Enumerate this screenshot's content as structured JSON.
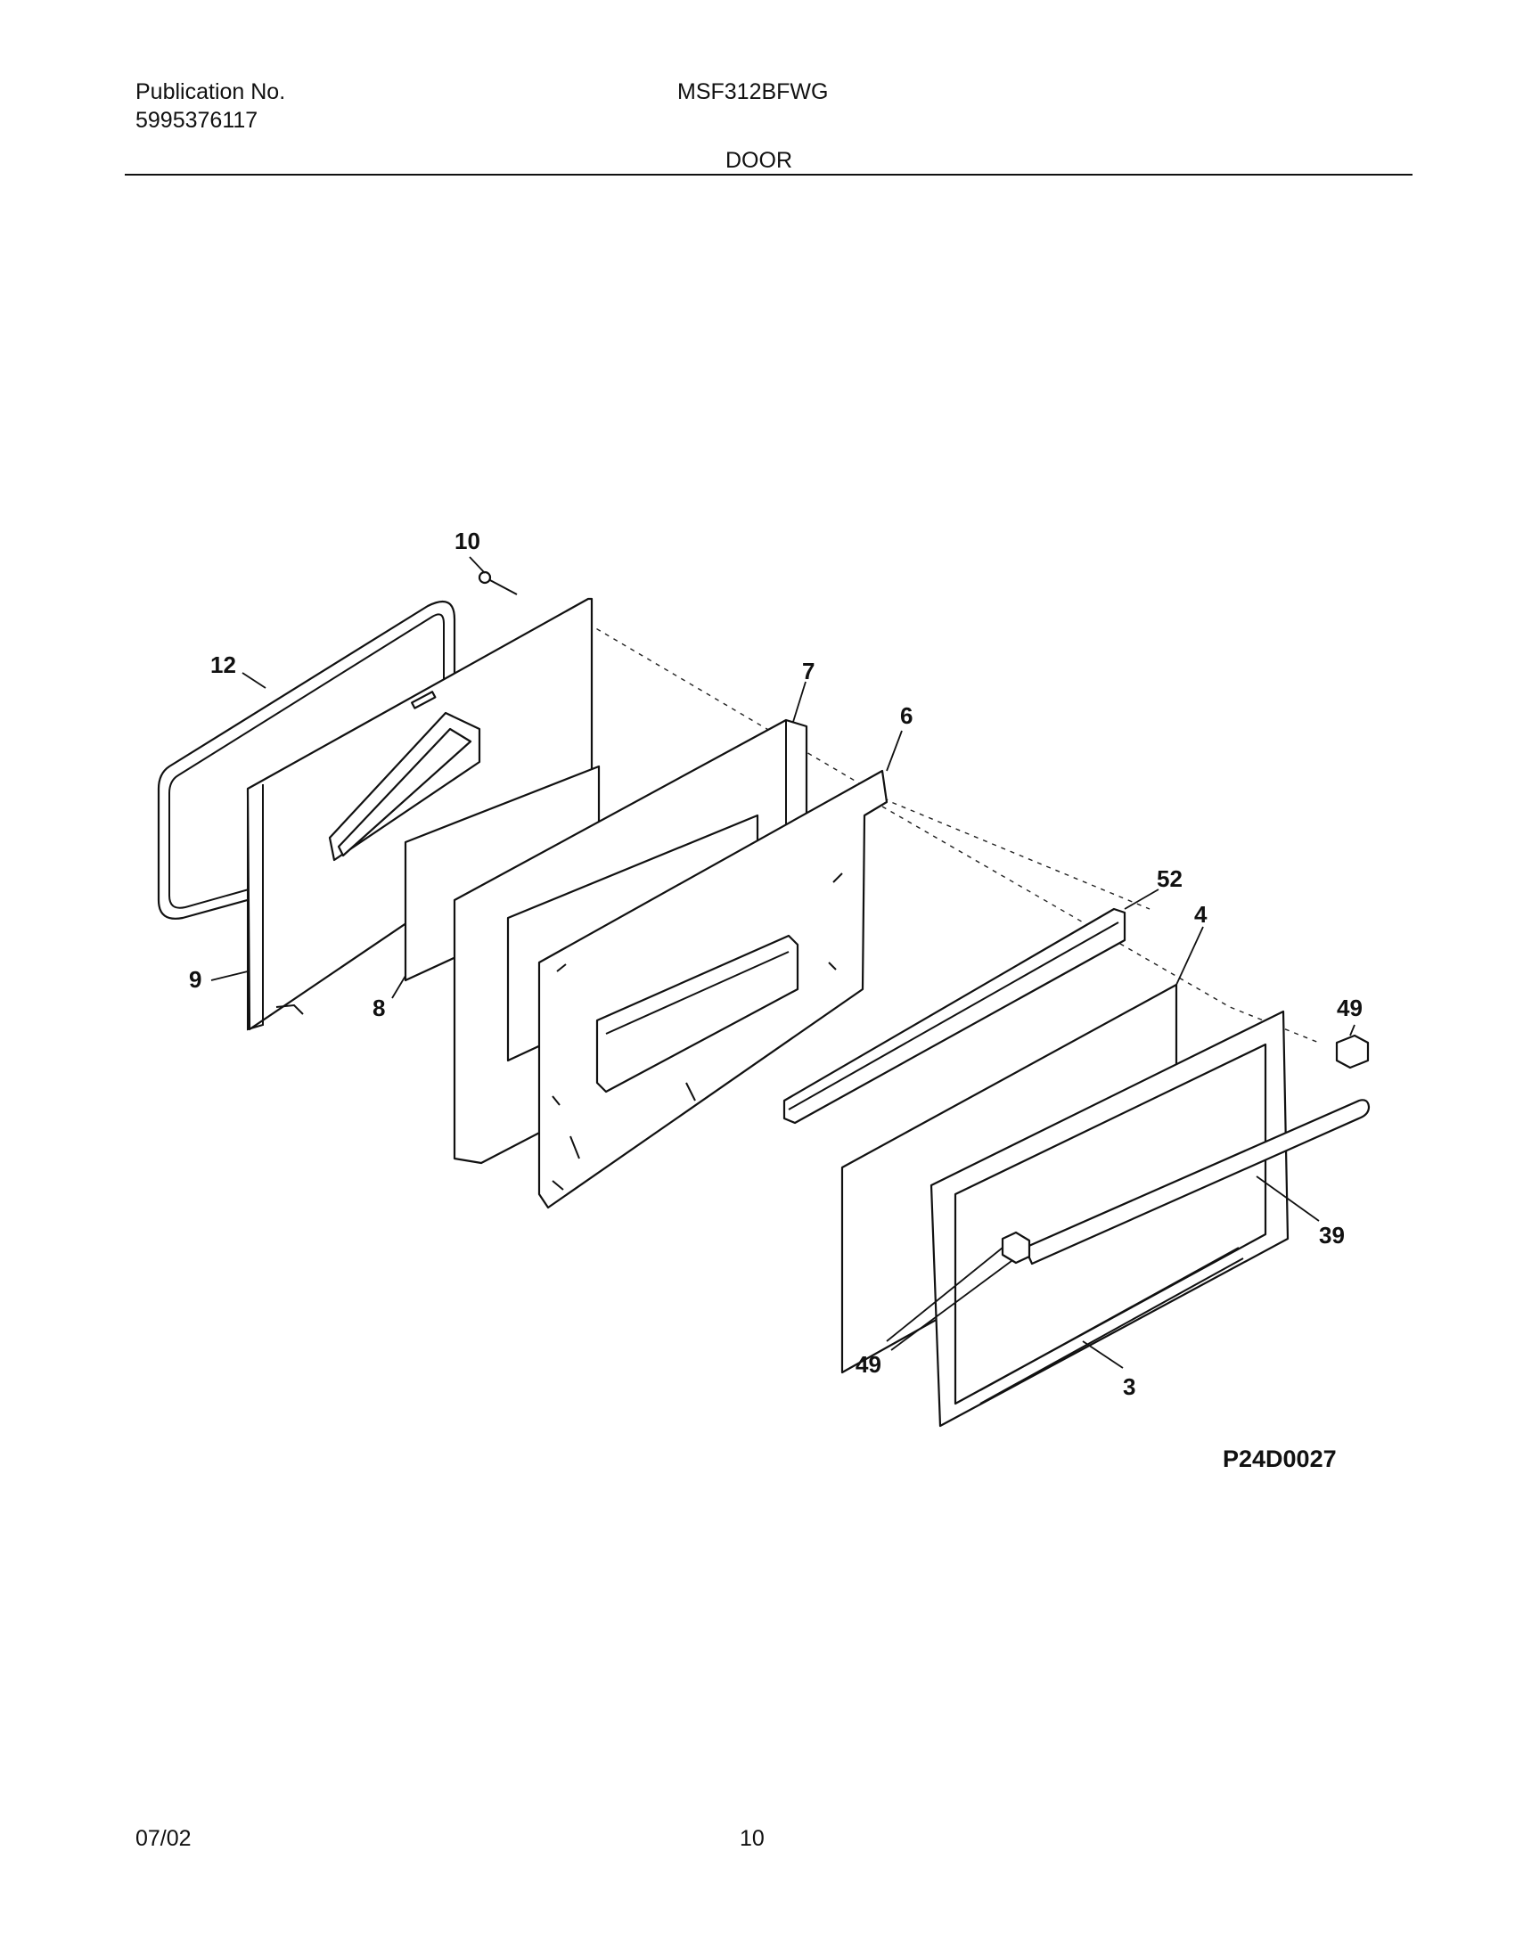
{
  "header": {
    "publication_label": "Publication No.",
    "publication_number": "5995376117",
    "model": "MSF312BFWG",
    "section_title": "DOOR"
  },
  "diagram": {
    "callouts": [
      "10",
      "12",
      "7",
      "6",
      "9",
      "8",
      "52",
      "4",
      "49",
      "39",
      "49",
      "3"
    ],
    "drawing_code": "P24D0027"
  },
  "footer": {
    "date": "07/02",
    "page_number": "10"
  }
}
